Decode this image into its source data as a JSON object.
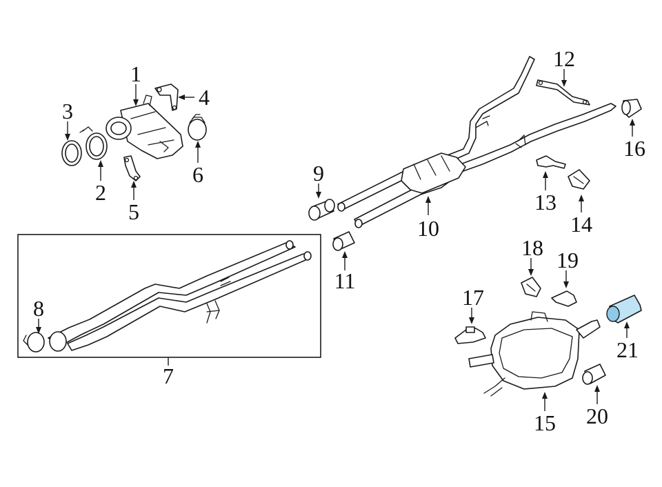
{
  "diagram": {
    "callouts": [
      {
        "id": "1",
        "label": "1"
      },
      {
        "id": "2",
        "label": "2"
      },
      {
        "id": "3",
        "label": "3"
      },
      {
        "id": "4",
        "label": "4"
      },
      {
        "id": "5",
        "label": "5"
      },
      {
        "id": "6",
        "label": "6"
      },
      {
        "id": "7",
        "label": "7"
      },
      {
        "id": "8",
        "label": "8"
      },
      {
        "id": "9",
        "label": "9"
      },
      {
        "id": "10",
        "label": "10"
      },
      {
        "id": "11",
        "label": "11"
      },
      {
        "id": "12",
        "label": "12"
      },
      {
        "id": "13",
        "label": "13"
      },
      {
        "id": "14",
        "label": "14"
      },
      {
        "id": "15",
        "label": "15"
      },
      {
        "id": "16",
        "label": "16"
      },
      {
        "id": "17",
        "label": "17"
      },
      {
        "id": "18",
        "label": "18"
      },
      {
        "id": "19",
        "label": "19"
      },
      {
        "id": "20",
        "label": "20"
      },
      {
        "id": "21",
        "label": "21"
      }
    ],
    "highlighted_part": "21",
    "colors": {
      "line": "#1a1a1a",
      "highlight": "#bfe3f5"
    }
  }
}
